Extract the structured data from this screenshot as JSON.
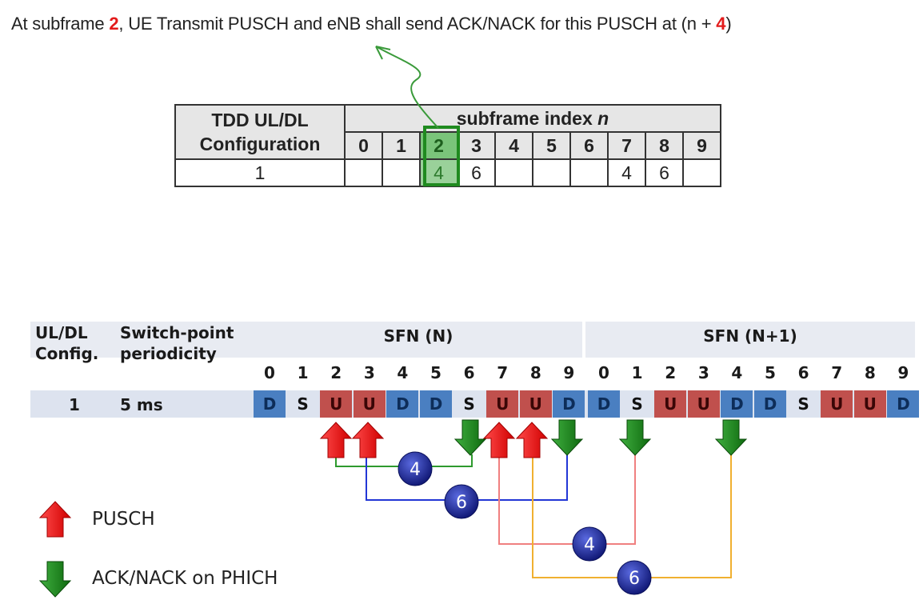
{
  "headline": {
    "p1": "At subframe ",
    "sf": "2",
    "p2": ", UE Transmit  PUSCH  and eNB  shall  send ACK/NACK  for this PUSCH  at (n  + ",
    "k": "4",
    "p3": ")"
  },
  "top_table": {
    "config_header": "TDD UL/DL Configuration",
    "config_header_l1": "TDD UL/DL",
    "config_header_l2": "Configuration",
    "subframe_header": "subframe index ",
    "subframe_header_var": "n",
    "indices": [
      "0",
      "1",
      "2",
      "3",
      "4",
      "5",
      "6",
      "7",
      "8",
      "9"
    ],
    "config_value": "1",
    "values": [
      "",
      "",
      "4",
      "6",
      "",
      "",
      "",
      "4",
      "6",
      ""
    ],
    "highlight_index": 2
  },
  "frame_table": {
    "h_config_l1": "UL/DL",
    "h_config_l2": "Config.",
    "h_period_l1": "Switch-point",
    "h_period_l2": "periodicity",
    "sfn1": "SFN (N)",
    "sfn2": "SFN (N+1)",
    "indices": [
      "0",
      "1",
      "2",
      "3",
      "4",
      "5",
      "6",
      "7",
      "8",
      "9",
      "0",
      "1",
      "2",
      "3",
      "4",
      "5",
      "6",
      "7",
      "8",
      "9"
    ],
    "config_value": "1",
    "period_value": "5 ms",
    "subframes": [
      "D",
      "S",
      "U",
      "U",
      "D",
      "D",
      "S",
      "U",
      "U",
      "D",
      "D",
      "S",
      "U",
      "U",
      "D",
      "D",
      "S",
      "U",
      "U",
      "D"
    ]
  },
  "badges": [
    "4",
    "6",
    "4",
    "6"
  ],
  "legend": {
    "pusch": "PUSCH",
    "ack": "ACK/NACK on PHICH"
  },
  "colors": {
    "downlink": "#4a7fc1",
    "uplink": "#c0504d",
    "special": "#dde3ef",
    "arrow_up": "#ff1a1a",
    "arrow_down": "#1f8a1f",
    "line_green": "#2e9a2e",
    "line_blue": "#2236d6",
    "line_red": "#f08080",
    "line_yellow": "#f0b030",
    "badge": "#1e2a9a"
  }
}
